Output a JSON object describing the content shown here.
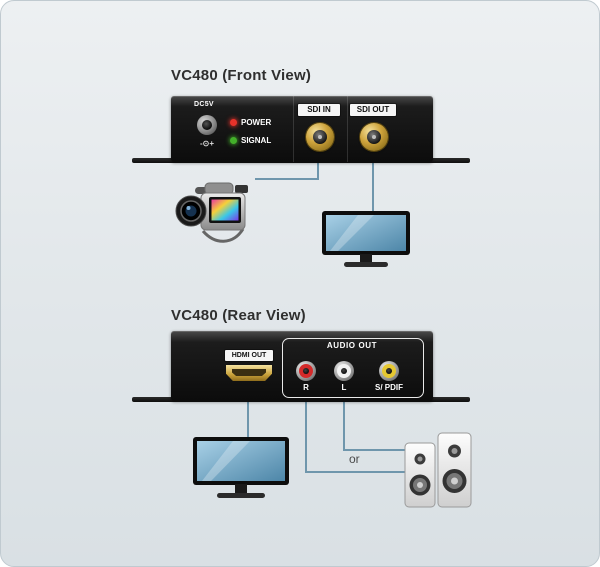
{
  "diagram": {
    "front": {
      "title": "VC480 (Front View)",
      "panel": {
        "dc_label": "DC5V",
        "polarity_label": "-⊙+",
        "power_led_label": "POWER",
        "signal_led_label": "SIGNAL",
        "sdi_in_label": "SDI IN",
        "sdi_out_label": "SDI OUT"
      }
    },
    "rear": {
      "title": "VC480 (Rear View)",
      "panel": {
        "hdmi_out_label": "HDMI OUT",
        "audio_out_label": "AUDIO OUT",
        "rca_r_label": "R",
        "rca_l_label": "L",
        "spdif_label": "S/ PDIF"
      },
      "or_label": "or"
    }
  },
  "colors": {
    "background_top": "#edf0f2",
    "background_bottom": "#d9e0e4",
    "line": "#6f96ac",
    "title_text": "#2f2f2f",
    "led_power": "#e8322a",
    "led_signal": "#43b02a",
    "bnc_gold": "#cfa43c",
    "rca_red": "#d42a2a",
    "rca_white": "#f2f2f2",
    "rca_yellow": "#e6c832"
  }
}
